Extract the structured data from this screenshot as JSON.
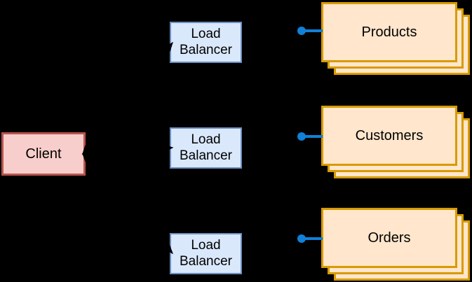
{
  "diagram": {
    "title": "client-load-balancer-services-diagram",
    "background": "#000000",
    "client": {
      "label": "Client"
    },
    "load_balancer_label": "Load Balancer",
    "services": [
      {
        "name": "Products"
      },
      {
        "name": "Customers"
      },
      {
        "name": "Orders"
      }
    ],
    "stack_depth": 3,
    "colors": {
      "client_fill": "#F8CECC",
      "client_border": "#B85450",
      "lb_fill": "#DAE8FC",
      "lb_border": "#6C8EBF",
      "service_fill": "#FFE6CC",
      "service_border": "#D79B00",
      "connector": "#1080D8",
      "line": "#000000",
      "text": "#000000",
      "bg": "#000000"
    }
  }
}
